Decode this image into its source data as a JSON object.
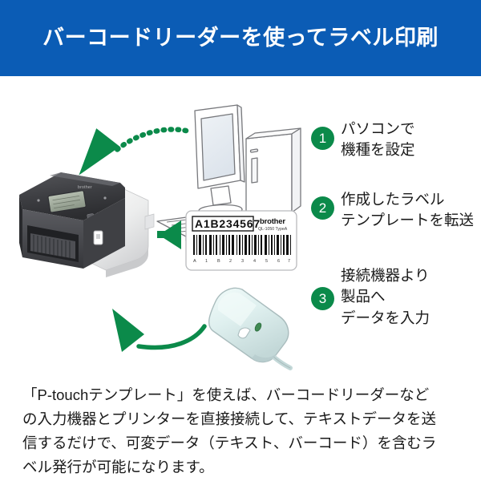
{
  "header": {
    "title": "バーコードリーダーを使ってラベル印刷",
    "bg_color": "#0b5cb5",
    "text_color": "#ffffff"
  },
  "colors": {
    "accent_green": "#0b8a4a",
    "banner_blue": "#0b5cb5",
    "text_dark": "#1a1a1a",
    "scanner_body": "#dff0ef",
    "printer_dark": "#4a4a4d",
    "printer_light": "#f0f0f0"
  },
  "steps": [
    {
      "number": "1",
      "lines": [
        "パソコンで",
        "機種を設定"
      ]
    },
    {
      "number": "2",
      "lines": [
        "作成したラベル",
        "テンプレートを転送"
      ]
    },
    {
      "number": "3",
      "lines": [
        "接続機器より",
        "製品へ",
        "データを入力"
      ]
    }
  ],
  "label": {
    "code_text": "A1B234567",
    "brand": "brother",
    "model": "QL-1050 TypeA",
    "barcode_digits": [
      "A",
      "1",
      "B",
      "2",
      "3",
      "4",
      "5",
      "6",
      "7"
    ]
  },
  "illustration": {
    "printer_alt": "label-printer",
    "computer_alt": "desktop-computer",
    "scanner_alt": "handheld-barcode-scanner",
    "arrow_top_alt": "dotted-curved-arrow-pc-to-printer",
    "arrow_middle_alt": "solid-arrow-label-to-printer",
    "arrow_bottom_alt": "solid-curved-arrow-scanner-to-printer"
  },
  "description": {
    "lines": [
      "「P-touchテンプレート」を使えば、バーコードリーダーなど",
      "の入力機器とプリンターを直接接続して、テキストデータを送",
      "信するだけで、可変データ（テキスト、バーコード）を含むラ",
      "ベル発行が可能になります。"
    ]
  }
}
